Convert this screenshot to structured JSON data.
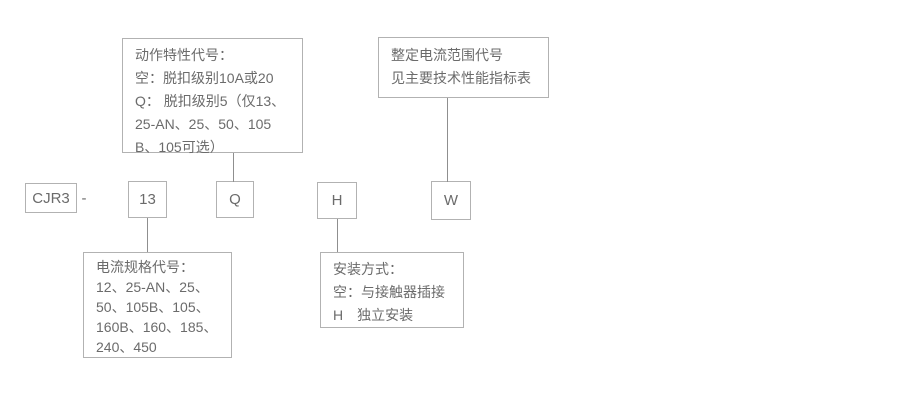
{
  "model_row": {
    "prefix": "CJR3",
    "separator": "-",
    "codes": [
      "13",
      "Q",
      "H",
      "W"
    ]
  },
  "callouts": {
    "action_characteristic": {
      "lines": [
        "动作特性代号：",
        "空：脱扣级别10A或20",
        "Q： 脱扣级别5（仅13、",
        "25-AN、25、50、105",
        "B、105可选）"
      ]
    },
    "setting_current_range": {
      "lines": [
        "整定电流范围代号",
        "见主要技术性能指标表"
      ]
    },
    "current_spec": {
      "lines": [
        "电流规格代号：",
        "12、25-AN、25、",
        "50、105B、105、",
        "160B、160、185、",
        "240、450"
      ]
    },
    "mounting": {
      "lines": [
        "安装方式：",
        "空：与接触器插接",
        "H　独立安装"
      ]
    }
  },
  "colors": {
    "border": "#b2b2b2",
    "connector": "#8f8f8f",
    "text": "#6b6b6b",
    "background": "#ffffff"
  }
}
